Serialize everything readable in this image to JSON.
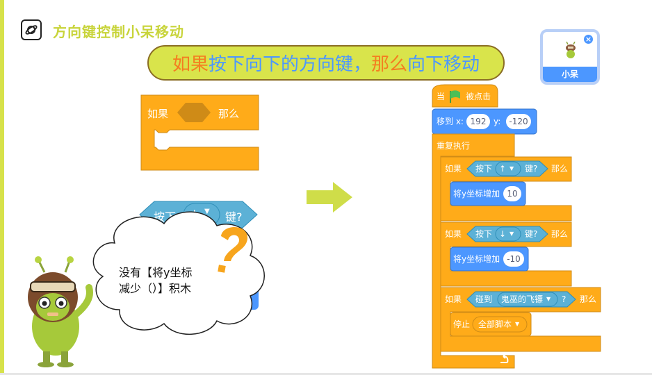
{
  "header": {
    "title": "方向键控制小呆移动",
    "icon": "planet-icon",
    "accent": "#c8d43a"
  },
  "banner": {
    "part1": "如果",
    "part2": "按下向下的方向键，",
    "part3": "那么",
    "part4": "向下移动",
    "colors": [
      "#f47e20",
      "#4c97ff",
      "#f47e20",
      "#4c97ff"
    ]
  },
  "sprite_panel": {
    "name": "小呆",
    "close_icon": "close-icon"
  },
  "left_blocks": {
    "if_block": {
      "if_label": "如果",
      "then_label": "那么"
    },
    "sensing_block": {
      "press_label": "按下",
      "key": "↓",
      "suffix": "键?"
    }
  },
  "character": {
    "speech_line1": "没有【将y坐标",
    "speech_line2": "减少（）】积木"
  },
  "script": {
    "hat": {
      "label_when": "当",
      "label_clicked": "被点击",
      "flag_icon": "green-flag-icon"
    },
    "goto": {
      "label": "移到 x:",
      "x": "192",
      "y_label": "y:",
      "y": "-120"
    },
    "forever": {
      "label": "重复执行",
      "loop_icon": "loop-arrow-icon"
    },
    "if_up": {
      "if_label": "如果",
      "press_label": "按下",
      "key": "↑",
      "suffix": "键?",
      "then_label": "那么",
      "change_label": "将y坐标增加",
      "value": "10"
    },
    "if_down": {
      "if_label": "如果",
      "press_label": "按下",
      "key": "↓",
      "suffix": "键?",
      "then_label": "那么",
      "change_label": "将y坐标增加",
      "value": "-10"
    },
    "if_touch": {
      "if_label": "如果",
      "touch_label": "碰到",
      "target": "鬼巫的飞镖",
      "suffix": "?",
      "then_label": "那么",
      "stop_label": "停止",
      "stop_option": "全部脚本"
    }
  },
  "colors": {
    "control": "#ffab19",
    "control_dark": "#cf8b17",
    "motion": "#4c97ff",
    "sensing": "#5cb1d6",
    "sensing_dark": "#2e8eb8",
    "banner_bg": "#d9e44b"
  }
}
